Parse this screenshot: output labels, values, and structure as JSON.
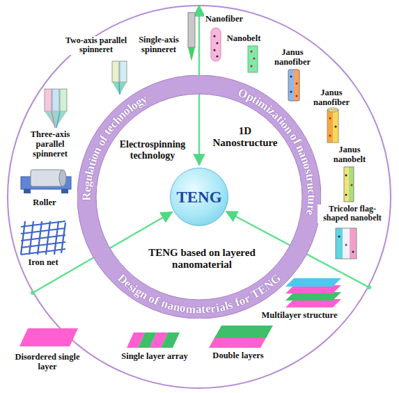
{
  "diagram": {
    "nodes": [
      {
        "text": [
          "Regulation of technology",
          "Optimization of nanostructure",
          "Design of nanomaterials for TENG"
        ]
      },
      {
        "text": [
          "TENG"
        ]
      }
    ],
    "labels": [
      "Nanofiber",
      "Nanobelt",
      "Janus nanofiber",
      "Janus nanofiber",
      "Janus nanobelt",
      "Tricolor flag-shaped nanobelt",
      "Single-axis spinneret",
      "Two-axis parallel spinneret",
      "Three-axis parallel spinneret",
      "Roller",
      "Iron net",
      "Electrospinning technology",
      "1D Nanostructure",
      "TENG based on layered nanomaterial",
      "Disordered single layer",
      "Single layer array",
      "Double layers",
      "Multilayer structure"
    ]
  }
}
